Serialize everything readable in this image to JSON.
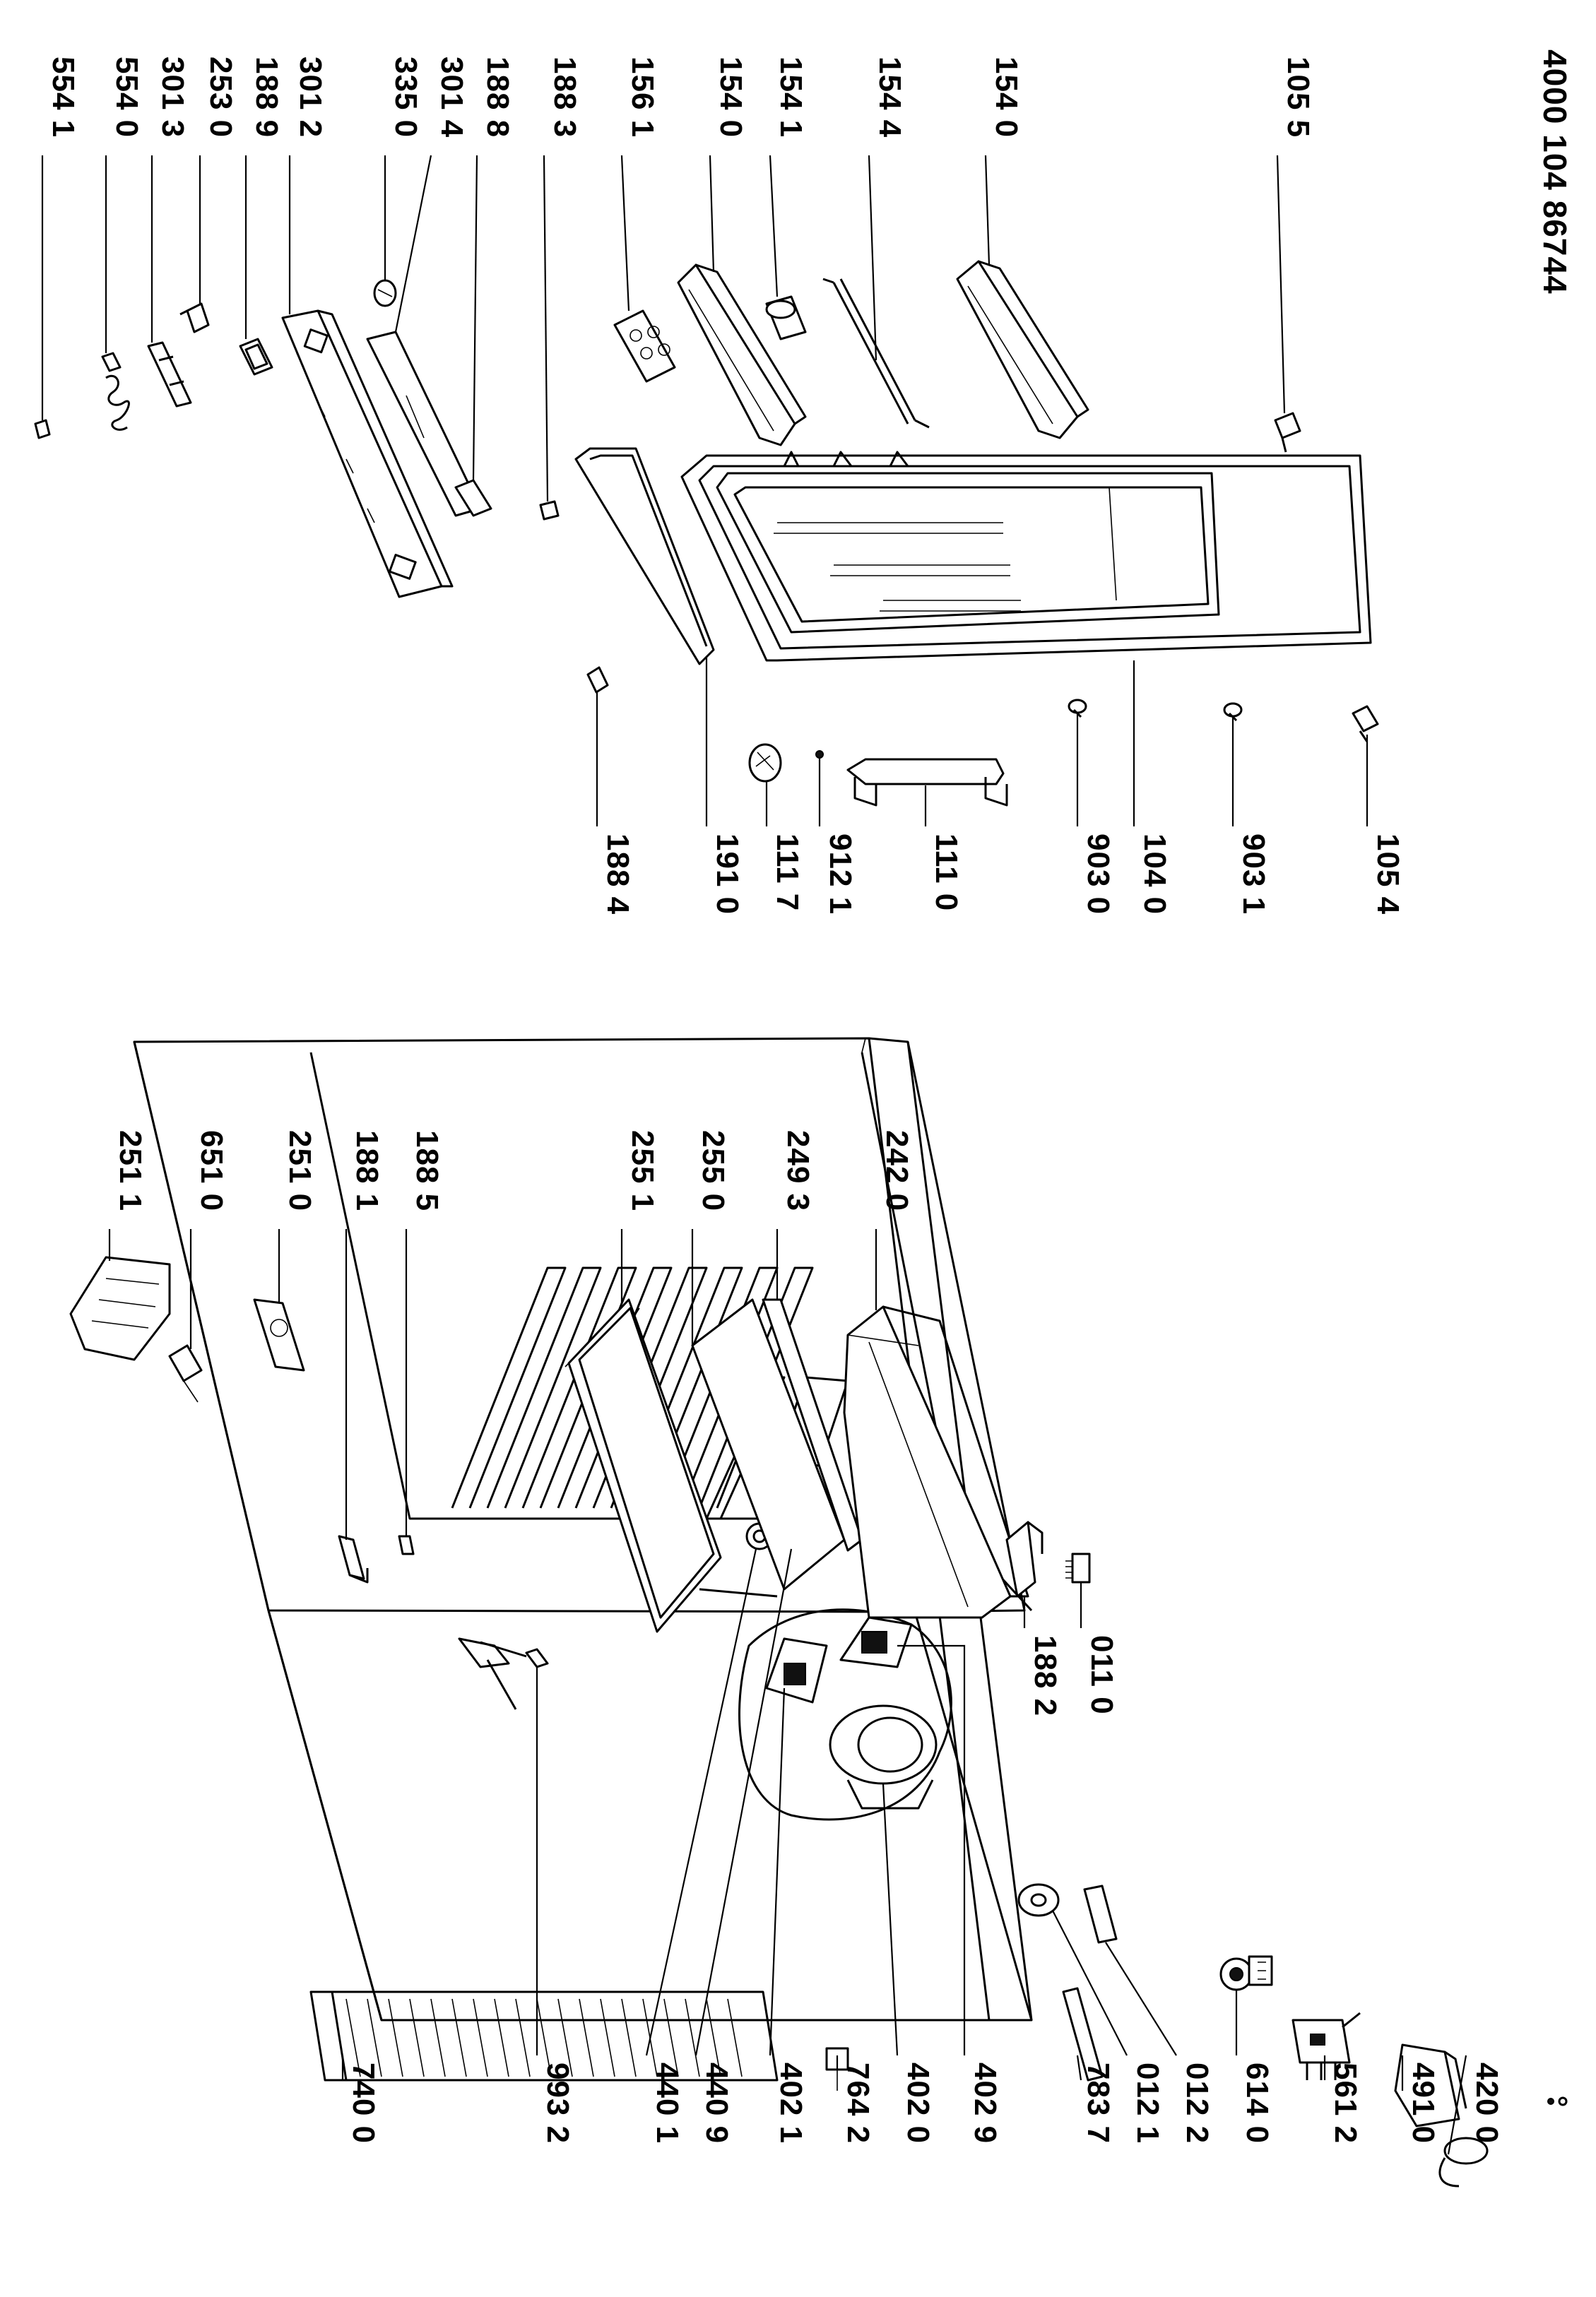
{
  "document": {
    "code": "4000 104 86744"
  },
  "callouts_left": [
    {
      "id": "p251_1",
      "text": "251 1"
    },
    {
      "id": "p651_0",
      "text": "651 0"
    },
    {
      "id": "p251_0",
      "text": "251 0"
    },
    {
      "id": "p188_1",
      "text": "188 1"
    },
    {
      "id": "p188_5",
      "text": "188 5"
    },
    {
      "id": "p255_1",
      "text": "255 1"
    },
    {
      "id": "p255_0",
      "text": "255 0"
    },
    {
      "id": "p249_3",
      "text": "249 3"
    },
    {
      "id": "p242_0",
      "text": "242 0"
    },
    {
      "id": "p188_2",
      "text": "188 2"
    },
    {
      "id": "p011_0",
      "text": "011 0"
    },
    {
      "id": "p740_0",
      "text": "740 0"
    },
    {
      "id": "p993_2",
      "text": "993 2"
    },
    {
      "id": "p440_1",
      "text": "440 1"
    },
    {
      "id": "p440_9",
      "text": "440 9"
    },
    {
      "id": "p402_1",
      "text": "402 1"
    },
    {
      "id": "p764_2",
      "text": "764 2"
    },
    {
      "id": "p402_0",
      "text": "402 0"
    },
    {
      "id": "p402_9",
      "text": "402 9"
    },
    {
      "id": "p783_7",
      "text": "783 7"
    },
    {
      "id": "p012_1",
      "text": "012 1"
    },
    {
      "id": "p012_2",
      "text": "012 2"
    },
    {
      "id": "p614_0",
      "text": "614 0"
    },
    {
      "id": "p561_2",
      "text": "561 2"
    },
    {
      "id": "p491_0",
      "text": "491 0"
    },
    {
      "id": "p420_0",
      "text": "420 0"
    }
  ],
  "callouts_right": [
    {
      "id": "p554_1",
      "text": "554 1"
    },
    {
      "id": "p554_0",
      "text": "554 0"
    },
    {
      "id": "p301_3",
      "text": "301 3"
    },
    {
      "id": "p253_0",
      "text": "253 0"
    },
    {
      "id": "p188_9",
      "text": "188 9"
    },
    {
      "id": "p301_2",
      "text": "301 2"
    },
    {
      "id": "p335_0",
      "text": "335 0"
    },
    {
      "id": "p301_4",
      "text": "301 4"
    },
    {
      "id": "p188_8",
      "text": "188 8"
    },
    {
      "id": "p188_3",
      "text": "188 3"
    },
    {
      "id": "p156_1",
      "text": "156 1"
    },
    {
      "id": "p154_0a",
      "text": "154 0"
    },
    {
      "id": "p154_1",
      "text": "154 1"
    },
    {
      "id": "p154_4",
      "text": "154 4"
    },
    {
      "id": "p154_0b",
      "text": "154 0"
    },
    {
      "id": "p105_5",
      "text": "105 5"
    },
    {
      "id": "p188_4",
      "text": "188 4"
    },
    {
      "id": "p191_0",
      "text": "191 0"
    },
    {
      "id": "p111_7",
      "text": "111 7"
    },
    {
      "id": "p912_1",
      "text": "912 1"
    },
    {
      "id": "p111_0",
      "text": "111 0"
    },
    {
      "id": "p903_0",
      "text": "903 0"
    },
    {
      "id": "p104_0",
      "text": "104 0"
    },
    {
      "id": "p903_1",
      "text": "903 1"
    },
    {
      "id": "p105_4",
      "text": "105 4"
    }
  ]
}
